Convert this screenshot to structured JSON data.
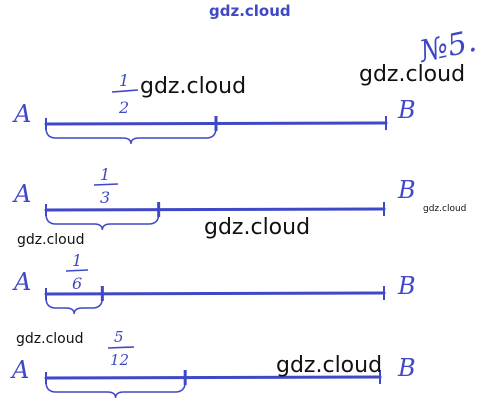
{
  "colors": {
    "ink": "#3f48c6",
    "watermark": "#111111"
  },
  "problem_number": "№5.",
  "segments": [
    {
      "start_label": "A",
      "end_label": "B",
      "fraction_numerator": "1",
      "fraction_denominator": "2",
      "fraction_value": 0.5
    },
    {
      "start_label": "A",
      "end_label": "B",
      "fraction_numerator": "1",
      "fraction_denominator": "3",
      "fraction_value": 0.3333
    },
    {
      "start_label": "A",
      "end_label": "B",
      "fraction_numerator": "1",
      "fraction_denominator": "6",
      "fraction_value": 0.1667
    },
    {
      "start_label": "A",
      "end_label": "B",
      "fraction_numerator": "5",
      "fraction_denominator": "12",
      "fraction_value": 0.4167
    }
  ],
  "watermarks": [
    "gdz.cloud",
    "gdz.cloud",
    "gdz.cloud",
    "gdz.cloud",
    "gdz.cloud",
    "gdz.cloud",
    "gdz.cloud",
    "gdz.cloud"
  ]
}
